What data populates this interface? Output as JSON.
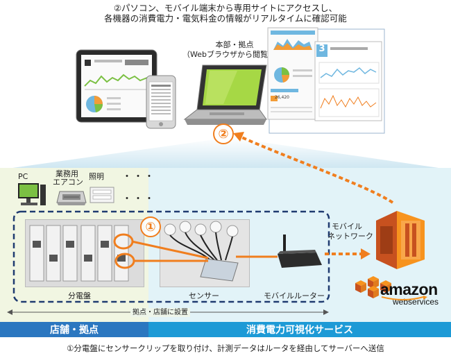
{
  "header": {
    "line1": "②パソコン、モバイル端末から専用サイトにアクセスし、",
    "line2": "各機器の消費電力・電気料金の情報がリアルタイムに確認可能"
  },
  "hq": {
    "line1": "本部・拠点",
    "line2": "（Webブラウザから閲覧）"
  },
  "badges": {
    "step2": "②",
    "step1": "①"
  },
  "devices": {
    "pc": "PC",
    "aircon_line1": "業務用",
    "aircon_line2": "エアコン",
    "lighting": "照明",
    "ellipsis_top": "・・・",
    "ellipsis_bottom": "・・・"
  },
  "network": {
    "line1": "モバイル",
    "line2": "ネットワーク"
  },
  "labels": {
    "panel": "分電盤",
    "sensor": "センサー",
    "router": "モバイルルーター",
    "installed": "拠点・店舗に設置"
  },
  "amazon": {
    "word": "amazon",
    "sub": "webservices"
  },
  "bars": {
    "left": "店舗・拠点",
    "right": "消費電力可視化サービス"
  },
  "footer": "①分電盤にセンサークリップを取り付け、計測データはルータを経由してサーバーへ送信",
  "screen_text": {
    "big_number": "3",
    "value": "26,420"
  },
  "colors": {
    "accent_orange": "#f07e1e",
    "left_bar": "#2b77c0",
    "right_bar": "#1d9ad6",
    "left_panel": "#f1f6e2",
    "right_panel": "#e2f3f8",
    "dashed_box": "#1f3b70"
  }
}
